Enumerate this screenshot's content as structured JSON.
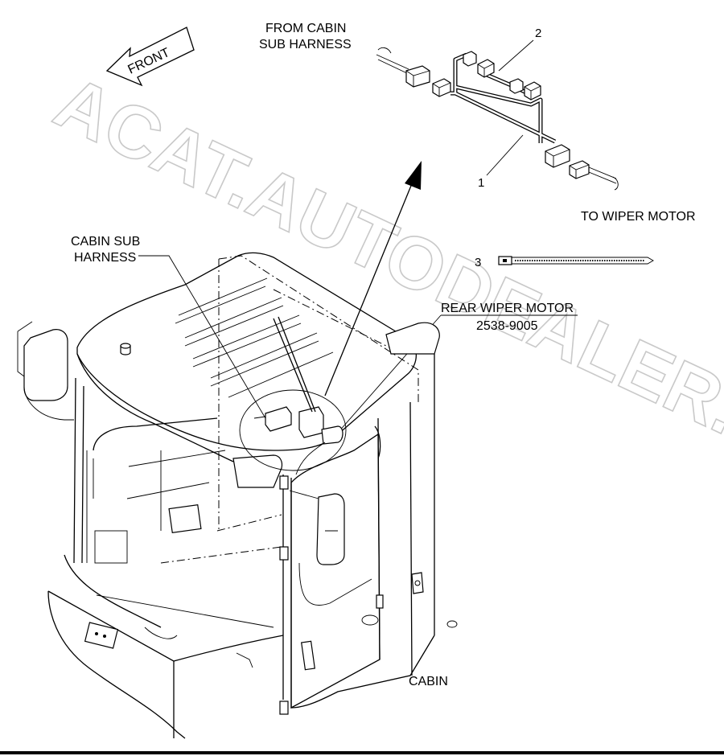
{
  "labels": {
    "front": "FRONT",
    "from_cabin_line1": "FROM CABIN",
    "from_cabin_line2": "SUB HARNESS",
    "to_wiper_motor": "TO WIPER MOTOR",
    "cabin_sub_line1": "CABIN SUB",
    "cabin_sub_line2": "HARNESS",
    "rear_wiper_motor": "REAR WIPER MOTOR",
    "part_number": "2538-9005",
    "cabin": "CABIN"
  },
  "callouts": {
    "item1": "1",
    "item2": "2",
    "item3": "3"
  },
  "watermark": "ACAT.AUTODEALER.RU"
}
